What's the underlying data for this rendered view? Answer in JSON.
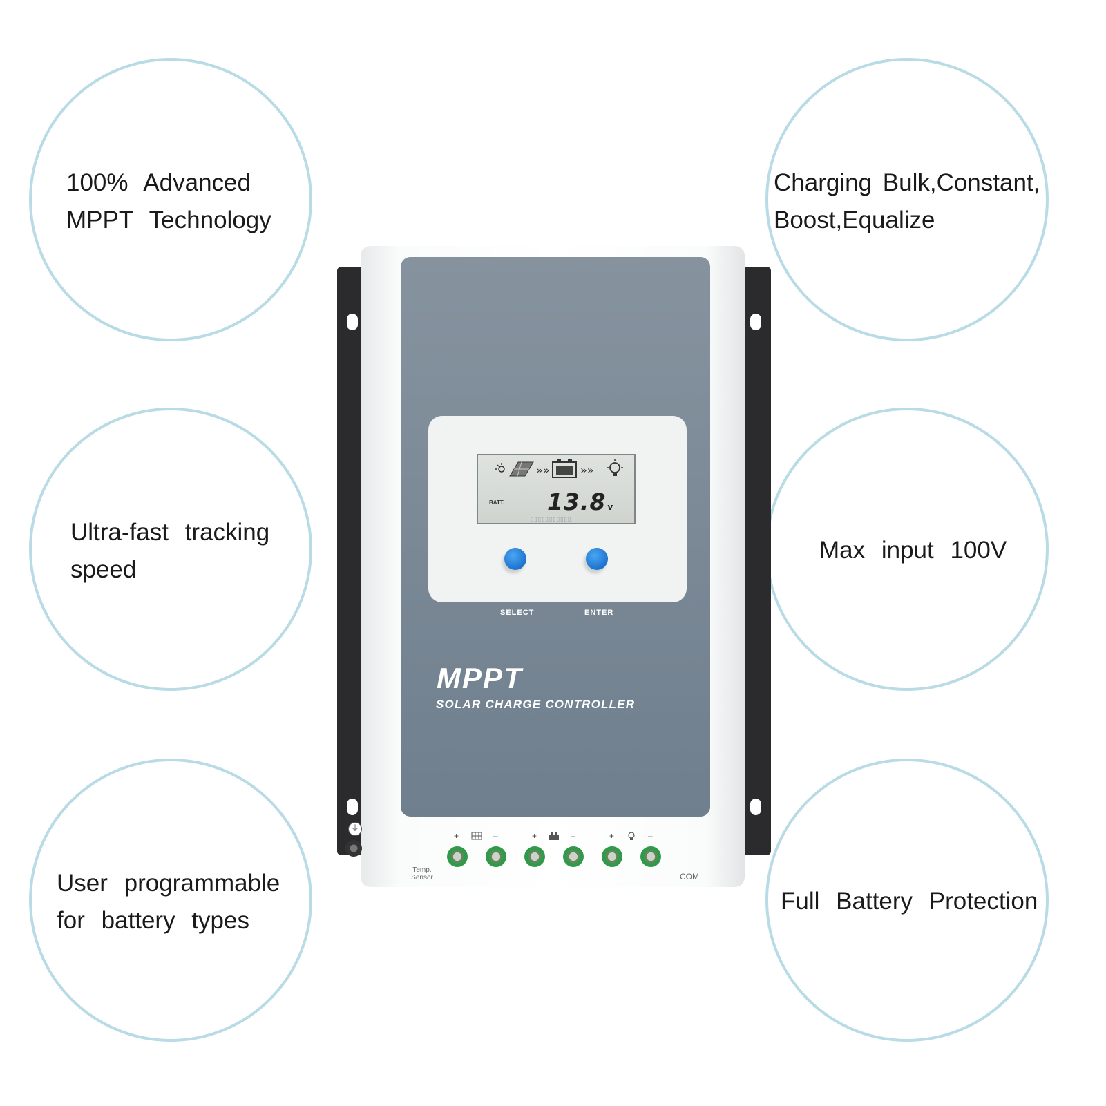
{
  "features": {
    "f1": {
      "line1": "100%  Advanced",
      "line2": "MPPT  Technology"
    },
    "f2": {
      "line1": "Charging  Bulk,Constant,",
      "line2": "Boost,Equalize"
    },
    "f3": {
      "line1": "Ultra-fast  tracking",
      "line2": "speed"
    },
    "f4": {
      "line1": "Max  input  100V"
    },
    "f5": {
      "line1": "User  programmable",
      "line2": "for  battery  types"
    },
    "f6": {
      "line1": "Full  Battery  Protection"
    }
  },
  "device": {
    "brand": "MPPT",
    "subtitle": "SOLAR CHARGE CONTROLLER",
    "lcd": {
      "batt_label": "BATT.",
      "reading": "13.8",
      "unit": "v"
    },
    "buttons": {
      "select": "SELECT",
      "enter": "ENTER"
    },
    "terminals": {
      "plus": "+",
      "minus": "–",
      "temp_sensor": [
        "Temp.",
        "Sensor"
      ],
      "com": "COM"
    }
  },
  "colors": {
    "bubble_border": "#b9dbe6",
    "panel": "#7a8896",
    "button": "#1d73cf",
    "terminal": "#2f9a4a"
  }
}
